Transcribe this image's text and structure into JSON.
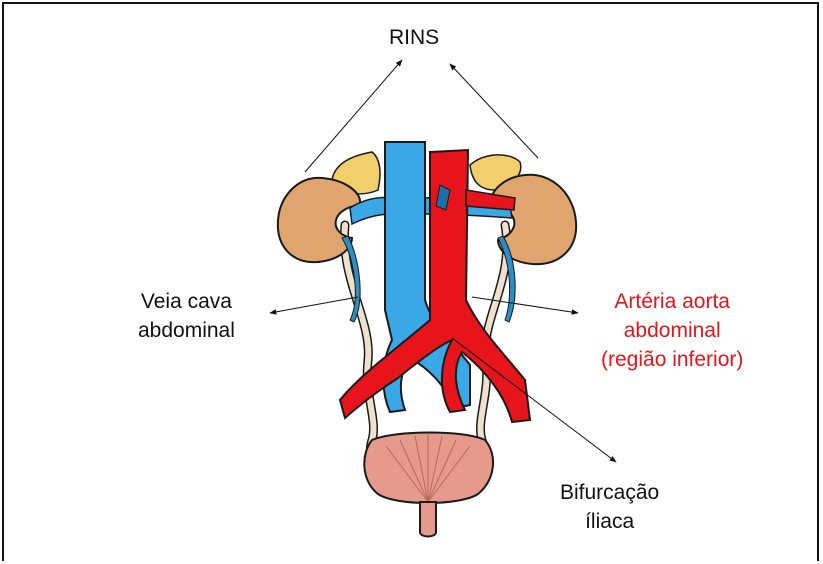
{
  "labels": {
    "kidneys": "RINS",
    "vena_cava_line1": "Veia cava",
    "vena_cava_line2": "abdominal",
    "aorta_line1": "Artéria aorta",
    "aorta_line2": "abdominal",
    "aorta_line3": "(região inferior)",
    "bifurcation_line1": "Bifurcação",
    "bifurcation_line2": "íliaca"
  },
  "colors": {
    "vein": "#3aa7e6",
    "artery": "#e8141c",
    "kidney": "#e0a56e",
    "adrenal": "#f2cf6a",
    "bladder": "#e59a8c",
    "ureter": "#efe2cc",
    "outline": "#1a1a1a"
  }
}
